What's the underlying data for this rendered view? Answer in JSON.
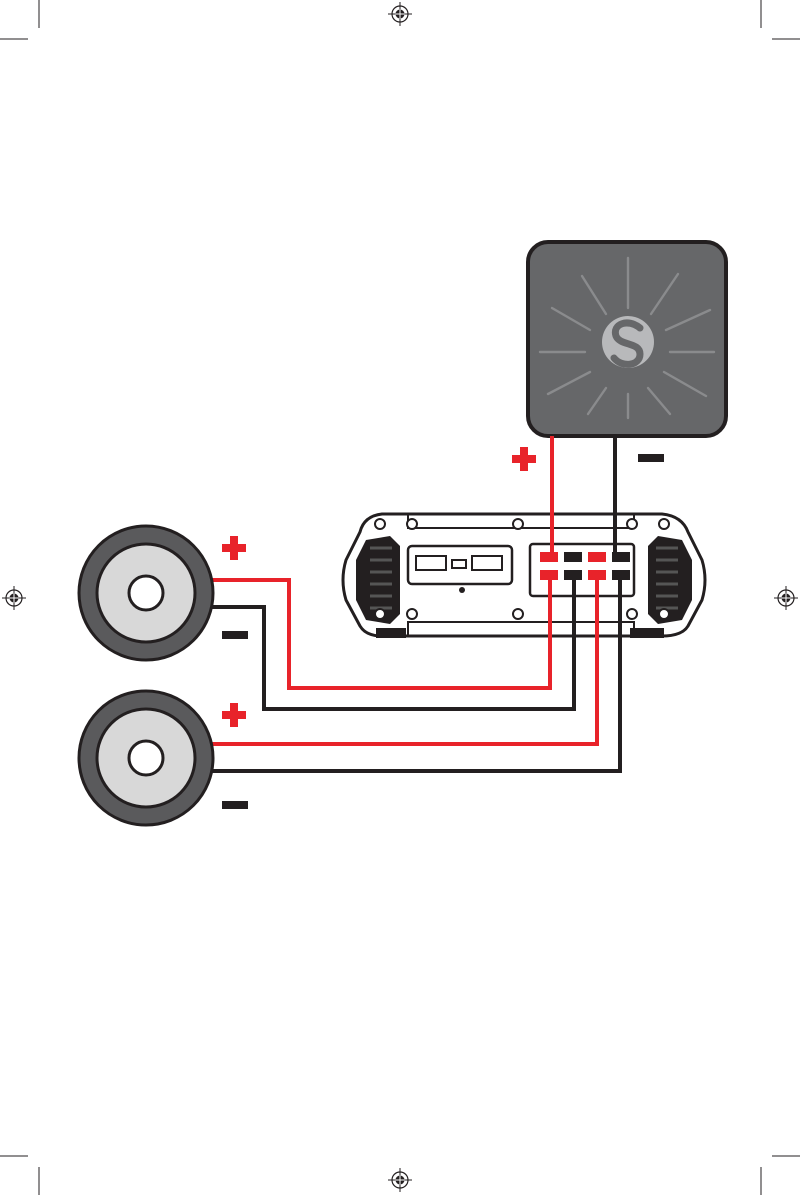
{
  "colors": {
    "positive_wire": "#e8232a",
    "negative_wire": "#231f20",
    "subwoofer_box": "#666769",
    "speaker_outer": "#5a5a5c",
    "speaker_inner": "#d8d8d8",
    "amplifier_body": "#ffffff"
  },
  "icons": {
    "registration_mark": "crosshair-circle-icon",
    "subwoofer_logo": "s-logo-icon",
    "positive_symbol": "plus-icon",
    "negative_symbol": "minus-icon"
  },
  "components": {
    "subwoofer": {
      "polarity_labels": [
        "positive",
        "negative"
      ]
    },
    "amplifier": {
      "terminal_count": 8
    },
    "speakers": [
      {
        "polarity_labels": [
          "positive",
          "negative"
        ]
      },
      {
        "polarity_labels": [
          "positive",
          "negative"
        ]
      }
    ]
  }
}
